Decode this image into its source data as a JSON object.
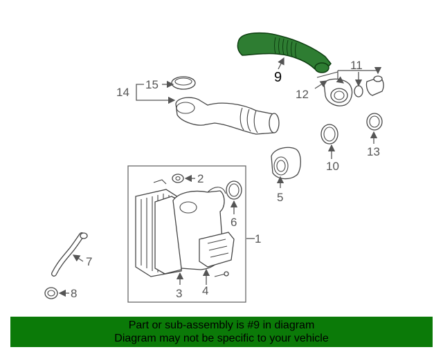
{
  "diagram": {
    "highlight_color": "#2e7d32",
    "callouts": [
      "1",
      "2",
      "3",
      "4",
      "5",
      "6",
      "7",
      "8",
      "9",
      "10",
      "11",
      "12",
      "13",
      "14",
      "15"
    ],
    "highlighted_part": "9"
  },
  "banner": {
    "line1": "Part or sub-assembly is #9 in diagram",
    "line2": "Diagram may not be specific to your vehicle",
    "background": "#0b7a08"
  }
}
